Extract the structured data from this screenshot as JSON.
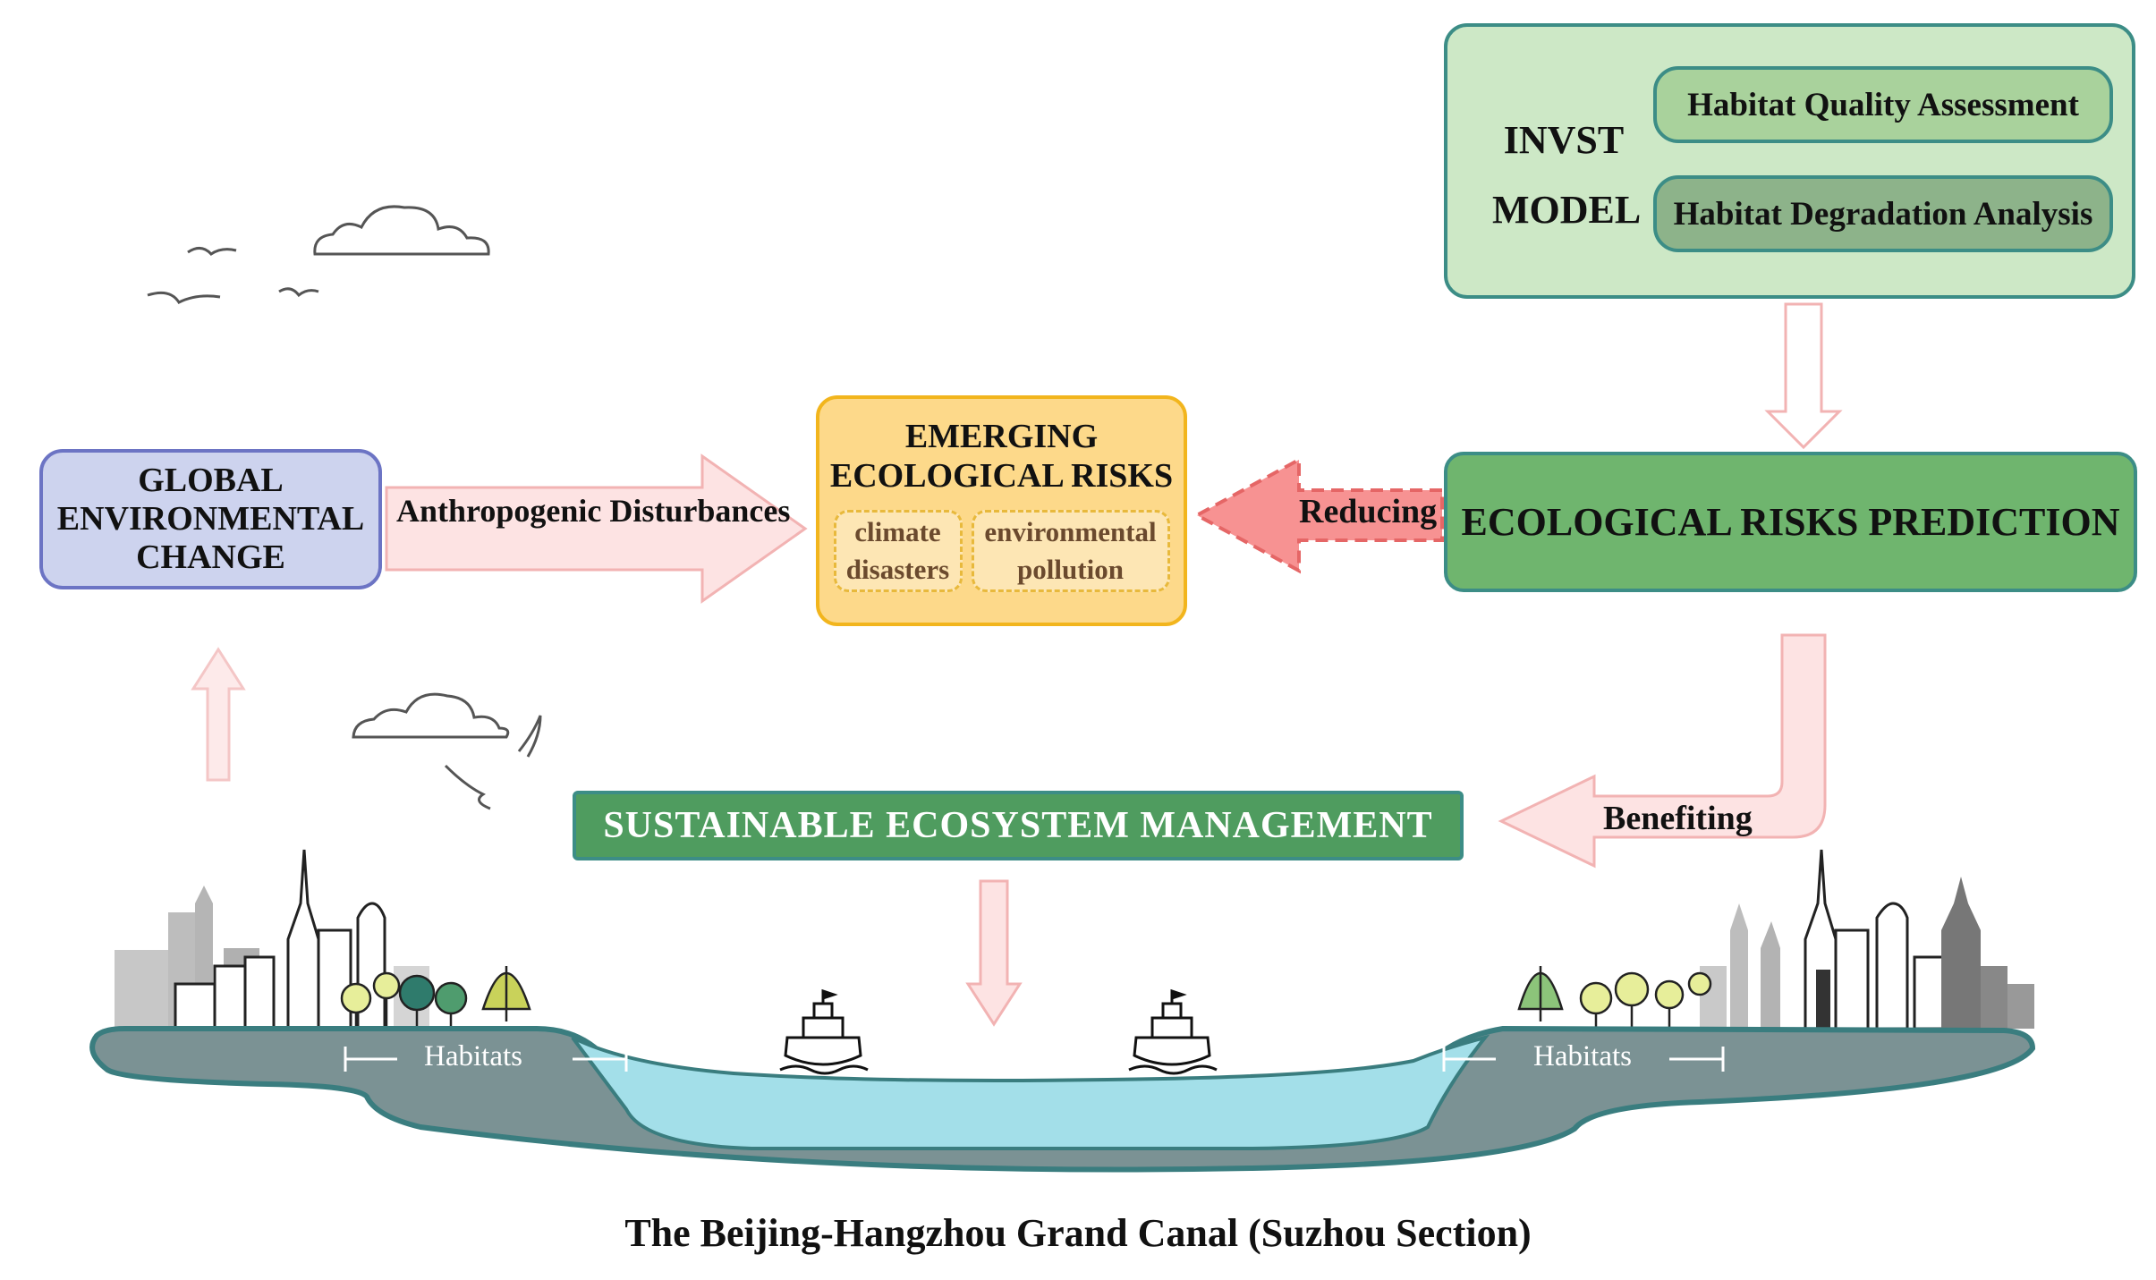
{
  "global_box": {
    "lines": [
      "GLOBAL",
      "ENVIRONMENTAL",
      "CHANGE"
    ]
  },
  "emerging_box": {
    "title_lines": [
      "EMERGING",
      "ECOLOGICAL RISKS"
    ],
    "sub_a_lines": [
      "climate",
      "disasters"
    ],
    "sub_b_lines": [
      "environmental",
      "pollution"
    ]
  },
  "invst_box": {
    "label_lines": [
      "INVST",
      "MODEL"
    ],
    "quality": "Habitat Quality Assessment",
    "degradation": "Habitat  Degradation Analysis"
  },
  "prediction_box": {
    "label": "ECOLOGICAL RISKS PREDICTION"
  },
  "sustainable_box": {
    "label": "SUSTAINABLE ECOSYSTEM MANAGEMENT"
  },
  "arrows": {
    "anthropogenic": "Anthropogenic Disturbances",
    "reducing": "Reducing",
    "benefiting": "Benefiting"
  },
  "habitats": {
    "left": "Habitats",
    "right": "Habitats"
  },
  "caption": "The Beijing-Hangzhou Grand Canal (Suzhou Section)",
  "colors": {
    "global_fill": "#cdd3ee",
    "emerging_fill": "#fdd98a",
    "invst_fill": "#cde8c6",
    "prediction_fill": "#6fb56e",
    "sustainable_fill": "#4f9c5f",
    "water": "#a3dfe9",
    "land": "#7b9294"
  }
}
